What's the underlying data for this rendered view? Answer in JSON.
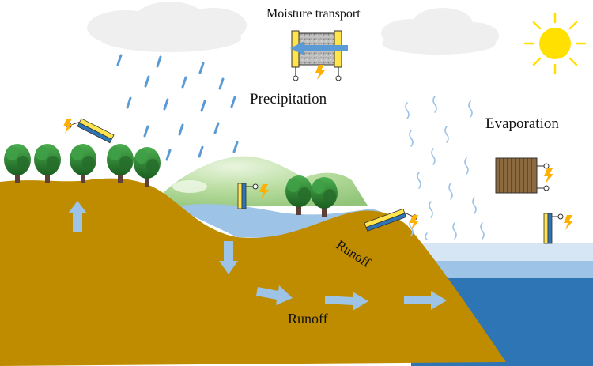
{
  "labels": {
    "moisture_transport": "Moisture transport",
    "precipitation": "Precipitation",
    "evaporation": "Evaporation",
    "runoff_slope": "Runoff",
    "runoff_ground": "Runoff"
  },
  "colors": {
    "soil": "#BF8C00",
    "sea_deep": "#2E75B6",
    "sea_light": "#BDD7EE",
    "lake": "#9DC3E6",
    "hill": "#A9D18E",
    "sun": "#FFE000",
    "cloud": "#EFEFEF",
    "rain": "#5B9BD5",
    "arrow": "#9DC3E6",
    "tree": "#2E7D32",
    "device_yellow": "#FFE44D",
    "device_blue": "#2E75B6",
    "bolt": "#FFB000"
  },
  "icons": [
    "sun-icon",
    "cloud-icon",
    "tree-icon",
    "lightning-icon",
    "sensor-device-icon",
    "moisture-transport-device-icon",
    "evaporation-device-icon"
  ]
}
